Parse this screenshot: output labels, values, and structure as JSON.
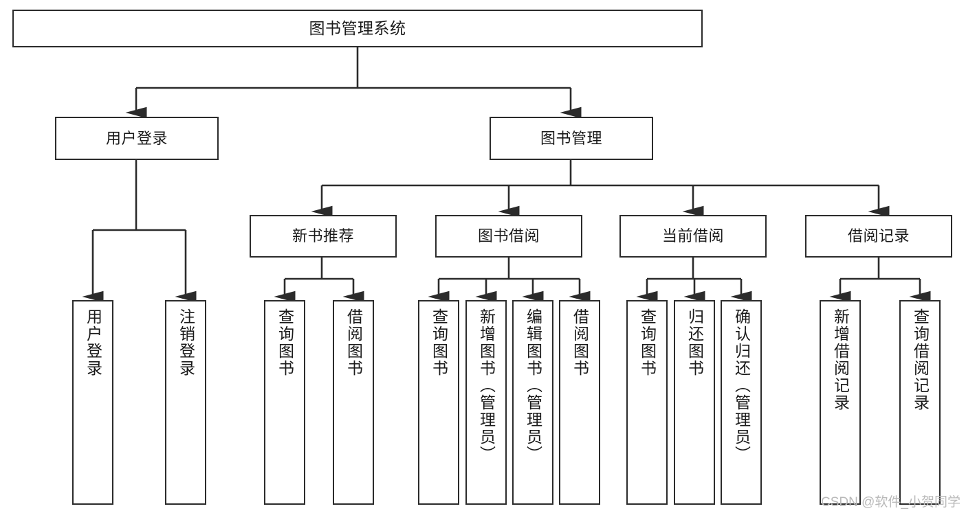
{
  "diagram": {
    "type": "tree",
    "title": "图书管理系统",
    "style": {
      "box_stroke": "#2b2b2b",
      "box_fill": "#ffffff",
      "connector_stroke": "#2b2b2b",
      "text_color": "#1a1a1a",
      "background": "#ffffff",
      "watermark_color": "#b9b9b9"
    },
    "nodes": {
      "root": {
        "label": "图书管理系统"
      },
      "level2": [
        {
          "id": "user-login",
          "label": "用户登录"
        },
        {
          "id": "book-manage",
          "label": "图书管理"
        }
      ],
      "level3": [
        {
          "id": "new-book-recommend",
          "label": "新书推荐"
        },
        {
          "id": "book-borrow",
          "label": "图书借阅"
        },
        {
          "id": "current-borrow",
          "label": "当前借阅"
        },
        {
          "id": "borrow-record",
          "label": "借阅记录"
        }
      ],
      "leaves": {
        "user_login": [
          {
            "id": "leaf-user-login",
            "label": "用户登录"
          },
          {
            "id": "leaf-user-logout",
            "label": "注销登录"
          }
        ],
        "new_book_recommend": [
          {
            "id": "leaf-query-book-1",
            "label": "查询图书"
          },
          {
            "id": "leaf-borrow-book-1",
            "label": "借阅图书"
          }
        ],
        "book_borrow": [
          {
            "id": "leaf-query-book-2",
            "label": "查询图书"
          },
          {
            "id": "leaf-add-book",
            "label": "新增图书（管理员）"
          },
          {
            "id": "leaf-edit-book",
            "label": "编辑图书（管理员）"
          },
          {
            "id": "leaf-borrow-book-2",
            "label": "借阅图书"
          }
        ],
        "current_borrow": [
          {
            "id": "leaf-query-book-3",
            "label": "查询图书"
          },
          {
            "id": "leaf-return-book",
            "label": "归还图书"
          },
          {
            "id": "leaf-confirm-return",
            "label": "确认归还（管理员）"
          }
        ],
        "borrow_record": [
          {
            "id": "leaf-add-record",
            "label": "新增借阅记录"
          },
          {
            "id": "leaf-query-record",
            "label": "查询借阅记录"
          }
        ]
      }
    }
  },
  "watermark": {
    "text": "CSDN @软件_小贺同学"
  }
}
